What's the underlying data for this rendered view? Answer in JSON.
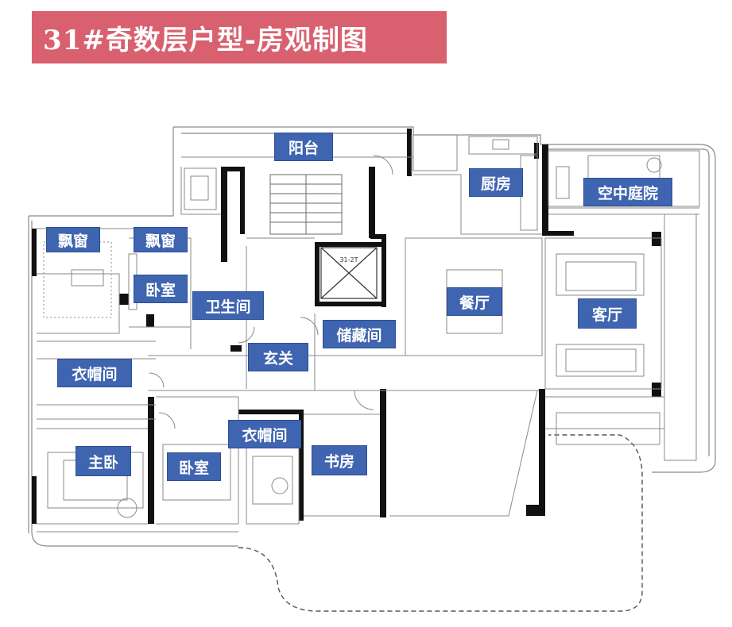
{
  "title": "31#奇数层户型-房观制图",
  "colors": {
    "banner": "#d9606e",
    "label_bg": "#3f64b0",
    "wall": "#111111",
    "line": "#8a8a8a"
  },
  "rooms": {
    "balcony": "阳台",
    "kitchen": "厨房",
    "sky_garden": "空中庭院",
    "bay_window_1": "飘窗",
    "bay_window_2": "飘窗",
    "bedroom_top": "卧室",
    "bathroom": "卫生间",
    "dining": "餐厅",
    "living": "客厅",
    "storage": "储藏间",
    "foyer": "玄关",
    "wardrobe_1": "衣帽间",
    "wardrobe_2": "衣帽间",
    "master_bedroom": "主卧",
    "bedroom_bottom": "卧室",
    "study": "书房"
  },
  "fixture_text": {
    "elevator_no": "31-2T"
  }
}
